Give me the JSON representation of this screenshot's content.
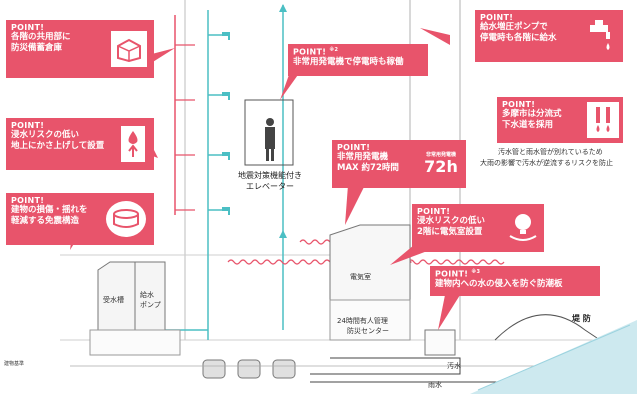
{
  "colors": {
    "callout": "#e8546b",
    "water": "#4bbfc4",
    "red_pipe": "#e8546b",
    "grey": "#b8b8b8"
  },
  "callouts": {
    "storage": {
      "point": "POINT!",
      "lines": [
        "各階の共用部に",
        "防災備蓄倉庫"
      ],
      "icon": "storage-box-icon"
    },
    "flood_riser": {
      "point": "POINT!",
      "lines": [
        "浸水リスクの低い",
        "地上にかさ上げして設置"
      ],
      "icon": "water-up-icon"
    },
    "seismic": {
      "point": "POINT!",
      "lines": [
        "建物の損傷・揺れを",
        "軽減する免震構造"
      ],
      "icon": "isolator-icon"
    },
    "generator_elevator": {
      "point": "POINT!",
      "note": "※2",
      "lines": [
        "非常用発電機で停電時も稼働"
      ]
    },
    "generator_72": {
      "point": "POINT!",
      "lines": [
        "非常用発電機",
        "MAX 約72時間"
      ],
      "badge_top": "非常用発電機",
      "badge_big": "72h"
    },
    "electric_room": {
      "point": "POINT!",
      "lines": [
        "浸水リスクの低い",
        "2階に電気室設置"
      ],
      "icon": "lightbulb-hand-icon"
    },
    "pump": {
      "point": "POINT!",
      "lines": [
        "給水増圧ポンプで",
        "停電時も各階に給水"
      ],
      "icon": "faucet-icon"
    },
    "sewer": {
      "point": "POINT!",
      "lines": [
        "多摩市は分流式",
        "下水道を採用"
      ],
      "icon": "pipes-drops-icon"
    },
    "floodgate": {
      "point": "POINT!",
      "note": "※3",
      "lines": [
        "建物内への水の侵入を防ぐ防潮板"
      ]
    }
  },
  "sewer_note": [
    "汚水管と雨水管が別れているため",
    "大雨の影響で汚水が逆流するリスクを防止"
  ],
  "labels": {
    "elevator": [
      "地震対策機能付き",
      "エレベーター"
    ],
    "water_tank": "受水槽",
    "pump": [
      "給水",
      "ポンプ"
    ],
    "electric_room": "電気室",
    "disaster_center": [
      "24時間有人管理",
      "防災センター"
    ],
    "levee": "堤 防",
    "wastewater": "汚水",
    "rainwater": "雨水",
    "base_level": "建物基準"
  }
}
